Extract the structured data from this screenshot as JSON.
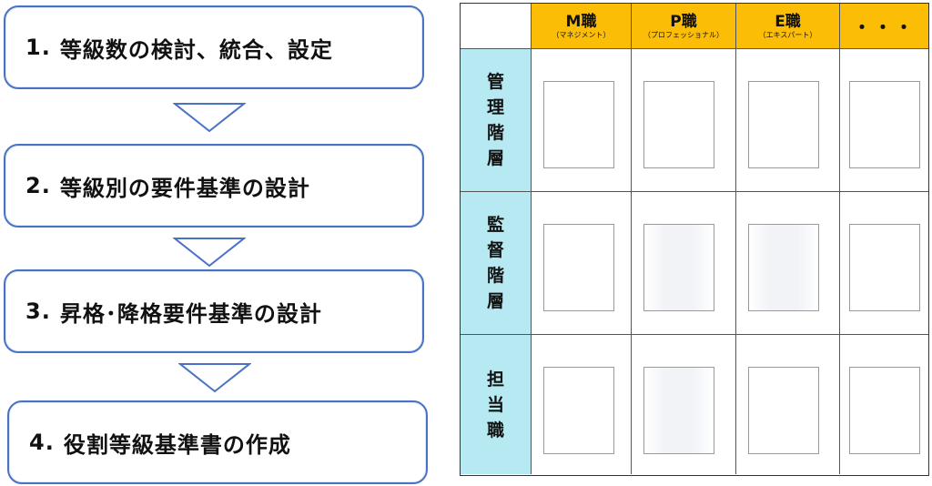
{
  "flow": {
    "steps": [
      {
        "num": "1.",
        "label": "等級数の検討、統合、設定"
      },
      {
        "num": "2.",
        "label": "等級別の要件基準の設計"
      },
      {
        "num": "3.",
        "label": "昇格･降格要件基準の設計"
      },
      {
        "num": "4.",
        "label": "役割等級基準書の作成"
      }
    ]
  },
  "matrix": {
    "columns": [
      {
        "label": "M職",
        "sub": "（マネジメント）"
      },
      {
        "label": "P職",
        "sub": "（プロフェッショナル）"
      },
      {
        "label": "E職",
        "sub": "（エキスパート）"
      },
      {
        "label": "・・・",
        "sub": ""
      }
    ],
    "rows": [
      {
        "label": "管理階層"
      },
      {
        "label": "監督階層"
      },
      {
        "label": "担当職"
      }
    ]
  },
  "colors": {
    "header_bg": "#fbbd06",
    "row_header_bg": "#b7e9f2",
    "flow_border": "#4a72c4"
  }
}
